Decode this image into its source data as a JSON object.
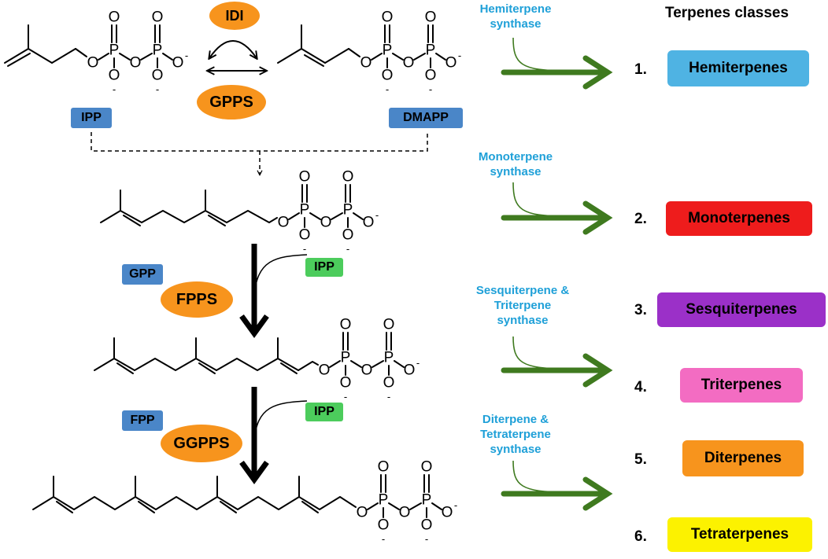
{
  "title": "Terpenes classes",
  "enzymes": {
    "idi": "IDI",
    "gpps": "GPPS",
    "fpps": "FPPS",
    "ggpps": "GGPPS"
  },
  "substrates": {
    "ipp": "IPP",
    "dmapp": "DMAPP",
    "gpp": "GPP",
    "fpp": "FPP",
    "ipp_2": "IPP",
    "ipp_3": "IPP"
  },
  "atoms": {
    "oxygen": "O",
    "phosphorus": "P",
    "charge": "-"
  },
  "synthases": [
    {
      "lines": [
        "Hemiterpene",
        "synthase"
      ]
    },
    {
      "lines": [
        "Monoterpene",
        "synthase"
      ]
    },
    {
      "lines": [
        "Sesquiterpene &",
        "Triterpene",
        "synthase"
      ]
    },
    {
      "lines": [
        "Diterpene &",
        "Tetraterpene",
        "synthase"
      ]
    }
  ],
  "classes": [
    {
      "number": "1.",
      "name": "Hemiterpenes",
      "color": "#4fb3e3"
    },
    {
      "number": "2.",
      "name": "Monoterpenes",
      "color": "#ee1c1c"
    },
    {
      "number": "3.",
      "name": "Sesquiterpenes",
      "color": "#9b30c8"
    },
    {
      "number": "4.",
      "name": "Triterpenes",
      "color": "#f36cc2"
    },
    {
      "number": "5.",
      "name": "Diterpenes",
      "color": "#f7941d"
    },
    {
      "number": "6.",
      "name": "Tetraterpenes",
      "color": "#fcf200"
    }
  ],
  "colors": {
    "arrow_green": "#3f7a1f",
    "tag_blue": "#4a86c8",
    "tag_green": "#4ccc5c",
    "enzyme_orange": "#f7941d",
    "synthase_text": "#1fa0d8"
  }
}
